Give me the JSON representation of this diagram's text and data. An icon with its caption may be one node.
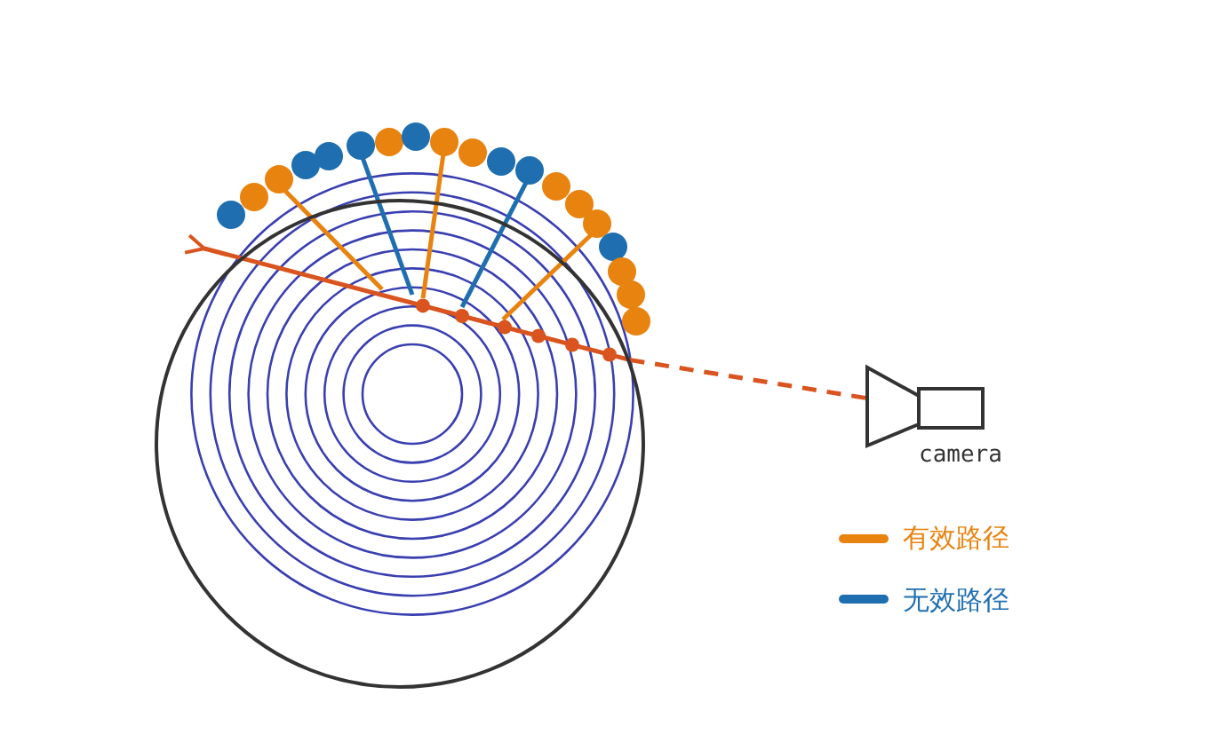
{
  "diagram": {
    "nodes": [
      {
        "text": [],
        "shape": "circle"
      },
      {
        "text": [],
        "shape": "picture",
        "beside": [
          "camera"
        ]
      }
    ],
    "edges": [
      {
        "from": 1,
        "to": 0,
        "arrow": "none",
        "style": "dashed",
        "color": "#d9541e"
      }
    ],
    "legend": [
      {
        "text": "有效路径",
        "color": "#e8830f"
      },
      {
        "text": "无效路径",
        "color": "#1f6fb0"
      }
    ]
  }
}
